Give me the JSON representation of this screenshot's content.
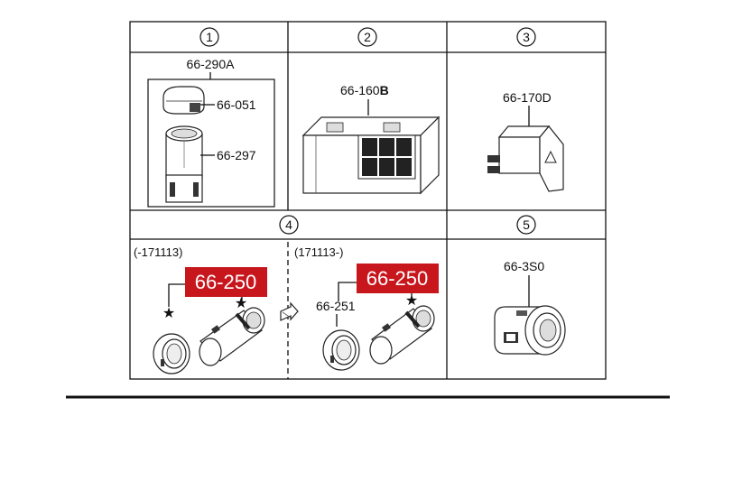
{
  "cells": [
    {
      "number": "1",
      "group_label": "66-290A",
      "parts": [
        "66-051",
        "66-297"
      ]
    },
    {
      "number": "2",
      "part_prefix": "66-160",
      "part_suffix": "B"
    },
    {
      "number": "3",
      "part": "66-170D"
    },
    {
      "number": "4",
      "left": {
        "range": "(-171113)",
        "callout": "66-250"
      },
      "right": {
        "range": "(171113-)",
        "callout": "66-250",
        "part": "66-251"
      }
    },
    {
      "number": "5",
      "part": "66-3S0"
    }
  ],
  "colors": {
    "callout": "#c8161d",
    "line": "#111111",
    "background": "#ffffff"
  },
  "icons": [
    "star-icon",
    "arrow-icon"
  ]
}
